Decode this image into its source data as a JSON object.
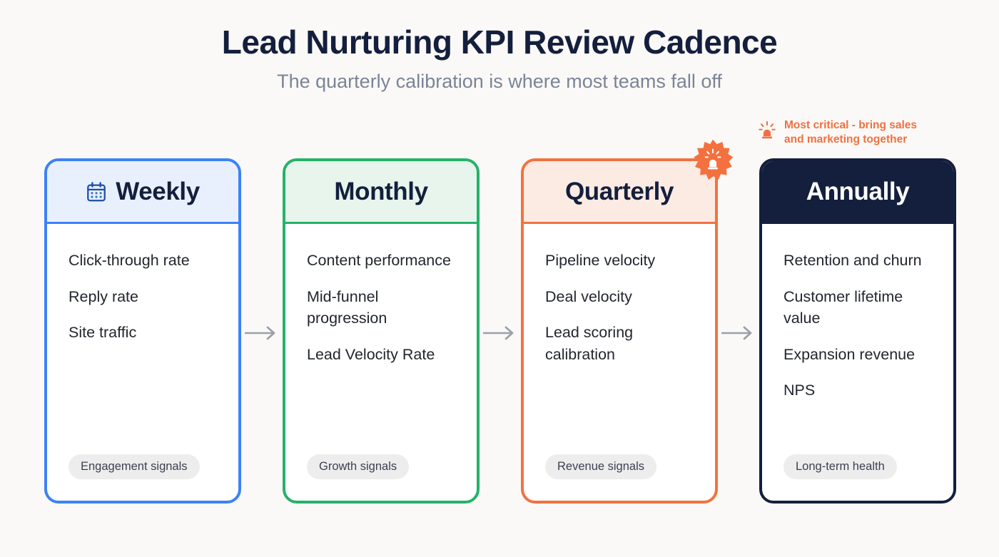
{
  "header": {
    "title": "Lead Nurturing KPI Review Cadence",
    "subtitle": "The quarterly calibration is where most teams fall off"
  },
  "callout": {
    "icon": "siren-icon",
    "line1": "Most critical - bring sales",
    "line2": "and marketing together",
    "color": "#f2703f"
  },
  "arrow": {
    "icon": "arrow-right-icon",
    "color": "#9aa1ab"
  },
  "colors": {
    "background": "#faf9f7",
    "title": "#141f3d",
    "subtitle": "#7b8497",
    "blue": "#3b82f6",
    "green": "#25b269",
    "orange": "#f4713f",
    "navy": "#141f3d",
    "chip_bg": "#ededee"
  },
  "cards": [
    {
      "title": "Weekly",
      "theme": "blue",
      "icon": "calendar-icon",
      "metrics": [
        "Click-through rate",
        "Reply rate",
        "Site traffic"
      ],
      "chip": "Engagement signals",
      "badge": null
    },
    {
      "title": "Monthly",
      "theme": "green",
      "icon": null,
      "metrics": [
        "Content performance",
        "Mid-funnel progression",
        "Lead Velocity Rate"
      ],
      "chip": "Growth signals",
      "badge": null
    },
    {
      "title": "Quarterly",
      "theme": "orange",
      "icon": null,
      "metrics": [
        "Pipeline velocity",
        "Deal velocity",
        "Lead scoring calibration"
      ],
      "chip": "Revenue signals",
      "badge": "siren-starburst-badge"
    },
    {
      "title": "Annually",
      "theme": "navy",
      "icon": null,
      "metrics": [
        "Retention and churn",
        "Customer lifetime value",
        "Expansion revenue",
        "NPS"
      ],
      "chip": "Long-term health",
      "badge": null
    }
  ]
}
